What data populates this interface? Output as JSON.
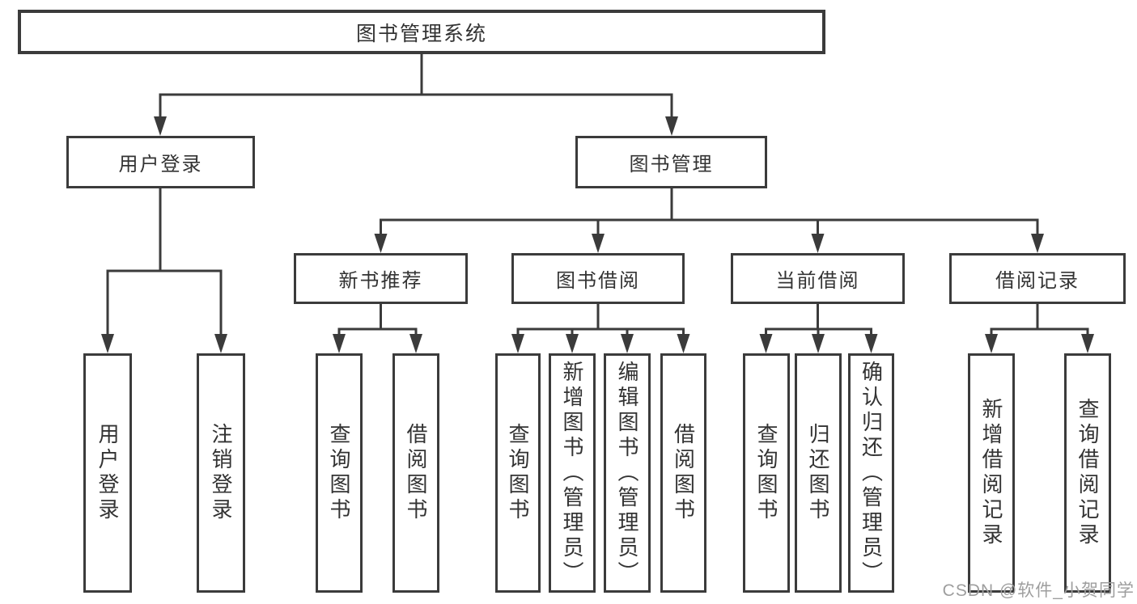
{
  "nodes": {
    "root": "图书管理系统",
    "level2": [
      "用户登录",
      "图书管理"
    ],
    "level3": [
      "新书推荐",
      "图书借阅",
      "当前借阅",
      "借阅记录"
    ],
    "leaves": [
      "用户登录",
      "注销登录",
      "查询图书",
      "借阅图书",
      "查询图书",
      "新增图书（管理员）",
      "编辑图书（管理员）",
      "借阅图书",
      "查询图书",
      "归还图书",
      "确认归还（管理员）",
      "新增借阅记录",
      "查询借阅记录"
    ]
  },
  "watermark": "CSDN @软件_小贺同学",
  "colors": {
    "line": "#3b3b3b",
    "text": "#333333",
    "watermark": "#9e9e9e",
    "background": "#ffffff"
  }
}
